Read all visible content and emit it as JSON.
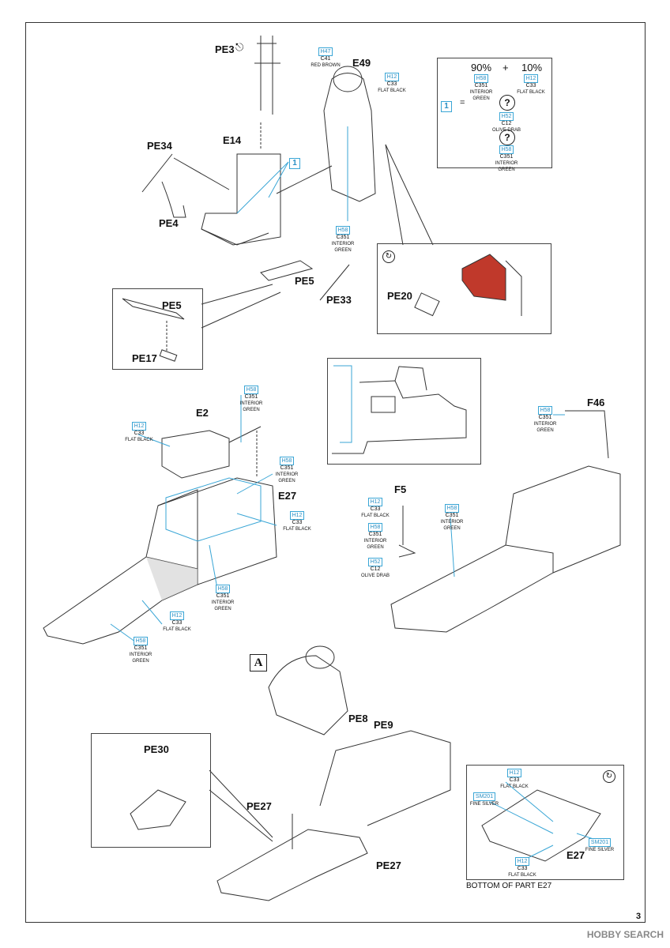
{
  "page_number": "3",
  "step_label": "A",
  "footer": {
    "site": "HOBBY SEARCH"
  },
  "annotation_marker": "1",
  "parts": {
    "pe3": "PE3",
    "e49": "E49",
    "pe34": "PE34",
    "e14": "E14",
    "pe4": "PE4",
    "pe5": "PE5",
    "pe33": "PE33",
    "pe20": "PE20",
    "pe5_inset": "PE5",
    "pe17": "PE17",
    "e2": "E2",
    "e27": "E27",
    "f5": "F5",
    "f46": "F46",
    "pe8": "PE8",
    "pe9": "PE9",
    "pe30": "PE30",
    "pe27_a": "PE27",
    "pe27_b": "PE27",
    "e27_inset": "E27"
  },
  "mix_box": {
    "pct_a": "90%",
    "plus": "+",
    "pct_b": "10%",
    "col_a": {
      "h": "H58",
      "c": "C351",
      "name": "INTERIOR GREEN"
    },
    "col_b": {
      "h": "H12",
      "c": "C33",
      "name": "FLAT BLACK"
    },
    "eq": "=",
    "opt1": {
      "h": "H52",
      "c": "C12",
      "name": "OLIVE DRAB"
    },
    "opt2": {
      "h": "H58",
      "c": "C351",
      "name": "INTERIOR GREEN"
    },
    "q": "?"
  },
  "callouts": {
    "h47": {
      "h": "H47",
      "c": "C41",
      "name": "RED BROWN"
    },
    "h12_e49": {
      "h": "H12",
      "c": "C33",
      "name": "FLAT BLACK"
    },
    "h58_seat": {
      "h": "H58",
      "c": "C351",
      "name": "INTERIOR GREEN"
    },
    "h58_e2top": {
      "h": "H58",
      "c": "C351",
      "name": "INTERIOR GREEN"
    },
    "h12_e2": {
      "h": "H12",
      "c": "C33",
      "name": "FLAT BLACK"
    },
    "h58_e27": {
      "h": "H58",
      "c": "C351",
      "name": "INTERIOR GREEN"
    },
    "h12_e27": {
      "h": "H12",
      "c": "C33",
      "name": "FLAT BLACK"
    },
    "h58_floor": {
      "h": "H58",
      "c": "C351",
      "name": "INTERIOR GREEN"
    },
    "h12_floor": {
      "h": "H12",
      "c": "C33",
      "name": "FLAT BLACK"
    },
    "h58_front": {
      "h": "H58",
      "c": "C351",
      "name": "INTERIOR GREEN"
    },
    "h12_f5": {
      "h": "H12",
      "c": "C33",
      "name": "FLAT BLACK"
    },
    "h58_f5": {
      "h": "H58",
      "c": "C351",
      "name": "INTERIOR GREEN"
    },
    "h52_f5": {
      "h": "H52",
      "c": "C12",
      "name": "OLIVE DRAB"
    },
    "h58_f5b": {
      "h": "H58",
      "c": "C351",
      "name": "INTERIOR GREEN"
    },
    "h58_f46": {
      "h": "H58",
      "c": "C351",
      "name": "INTERIOR GREEN"
    },
    "h12_bottom": {
      "h": "H12",
      "c": "C33",
      "name": "FLAT BLACK"
    },
    "sm201_a": {
      "h": "SM201",
      "c": "",
      "name": "FINE SILVER"
    },
    "sm201_b": {
      "h": "SM201",
      "c": "",
      "name": "FINE SILVER"
    },
    "h12_bottom2": {
      "h": "H12",
      "c": "C33",
      "name": "FLAT BLACK"
    }
  },
  "inset_caption": "BOTTOM OF PART E27",
  "colors": {
    "callout_blue": "#3aa6d6",
    "pe20_red": "#c0392b"
  }
}
